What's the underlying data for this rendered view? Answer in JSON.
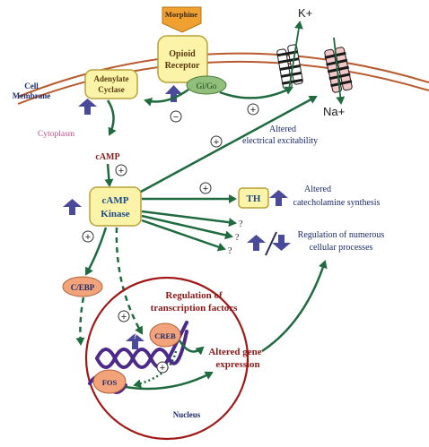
{
  "labels": {
    "morphine": "Morphine",
    "opioid_receptor_line1": "Opioid",
    "opioid_receptor_line2": "Receptor",
    "gi_go": "Gi/Go",
    "adenylate_cyclase_line1": "Adenylate",
    "adenylate_cyclase_line2": "Cyclase",
    "cell_membrane_line1": "Cell",
    "cell_membrane_line2": "Membrane",
    "cytoplasm": "Cytoplasm",
    "camp": "cAMP",
    "camp_kinase_line1": "cAMP",
    "camp_kinase_line2": "Kinase",
    "k_plus": "K+",
    "na_plus": "Na+",
    "altered_excitability_line1": "Altered",
    "altered_excitability_line2": "electrical excitability",
    "th": "TH",
    "catecholamine_line1": "Altered",
    "catecholamine_line2": "catecholamine synthesis",
    "regulation_processes_line1": "Regulation of numerous",
    "regulation_processes_line2": "cellular processes",
    "c_ebp": "C/EBP",
    "regulation_tf_line1": "Regulation of",
    "regulation_tf_line2": "transcription factors",
    "creb": "CREB",
    "fos": "FOS",
    "altered_gene_line1": "Altered gene",
    "altered_gene_line2": "expression",
    "nucleus": "Nucleus",
    "question_mark": "?",
    "minus_sign": "−",
    "plus_sign": "+"
  },
  "colors": {
    "membrane": "#b85a2e",
    "arrow_green": "#1f6b3f",
    "box_yellow": "#fbf3a8",
    "box_border": "#b8a23a",
    "up_arrow": "#4a4a9a",
    "gi_green": "#8fbf7a",
    "salmon": "#f2a37a",
    "nucleus_border": "#a01818",
    "dark_red_text": "#8b1a1a",
    "navy_text": "#1b2a6b",
    "dna_purple": "#4b2a8a",
    "morphine_orange": "#f0a030"
  }
}
